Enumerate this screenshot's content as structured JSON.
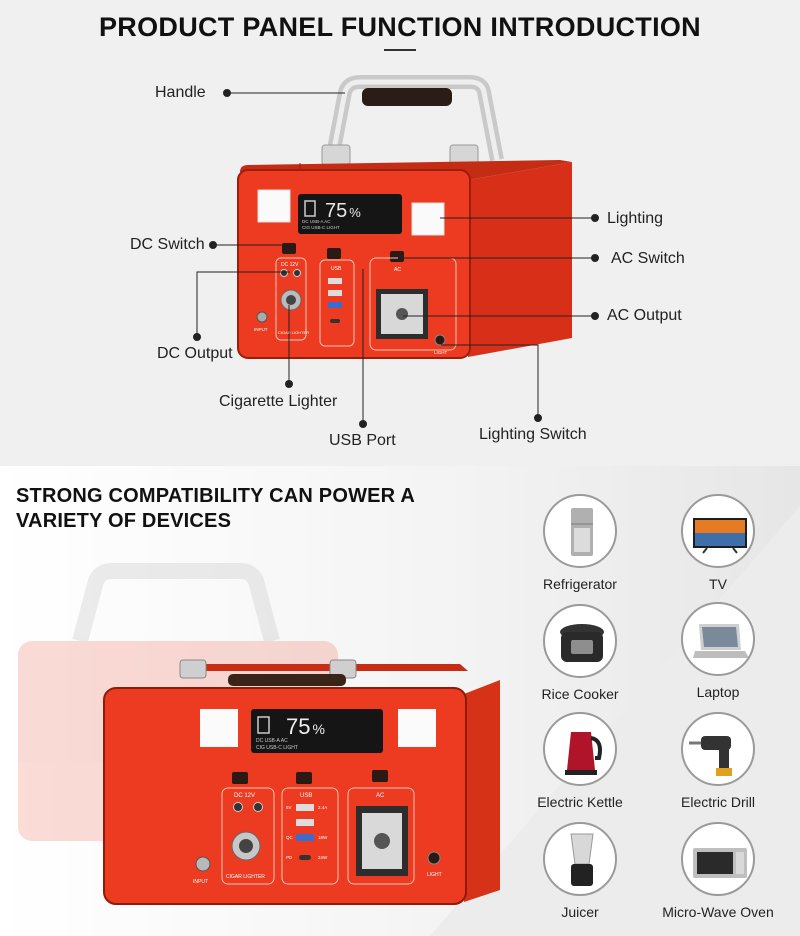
{
  "top": {
    "title": "PRODUCT PANEL FUNCTION INTRODUCTION",
    "labels": {
      "handle": "Handle",
      "lighting": "Lighting",
      "dc_switch": "DC Switch",
      "ac_switch": "AC Switch",
      "ac_output": "AC Output",
      "dc_output": "DC Output",
      "cigarette_lighter": "Cigarette Lighter",
      "usb_port": "USB Port",
      "lighting_switch": "Lighting Switch"
    }
  },
  "panel": {
    "display_value": "75",
    "display_unit": "%",
    "display_row1": "DC  USB-A  AC",
    "display_row2": "CIG  USB-C  LIGHT",
    "dc_label": "DC 12V",
    "usb_label": "USB",
    "ac_label": "AC",
    "input_label": "INPUT",
    "cigar_label": "CIGAR LIGHTER",
    "light_label": "LIGHT",
    "usb_5v": "5V",
    "usb_24a": "2.4A",
    "usb_qc": "QC",
    "usb_18w": "18W",
    "usb_pd": "PD",
    "usb_24w": "24W"
  },
  "bottom": {
    "title": "STRONG COMPATIBILITY CAN POWER A VARIETY OF DEVICES",
    "devices": [
      {
        "name": "Refrigerator",
        "icon": "refrigerator-icon"
      },
      {
        "name": "TV",
        "icon": "tv-icon"
      },
      {
        "name": "Rice Cooker",
        "icon": "rice-cooker-icon"
      },
      {
        "name": "Laptop",
        "icon": "laptop-icon"
      },
      {
        "name": "Electric Kettle",
        "icon": "electric-kettle-icon"
      },
      {
        "name": "Electric Drill",
        "icon": "electric-drill-icon"
      },
      {
        "name": "Juicer",
        "icon": "juicer-icon"
      },
      {
        "name": "Micro-Wave Oven",
        "icon": "microwave-oven-icon"
      }
    ]
  },
  "colors": {
    "body_red": "#ec3b20",
    "dark_edge": "#b5260f",
    "display": "#151515"
  }
}
